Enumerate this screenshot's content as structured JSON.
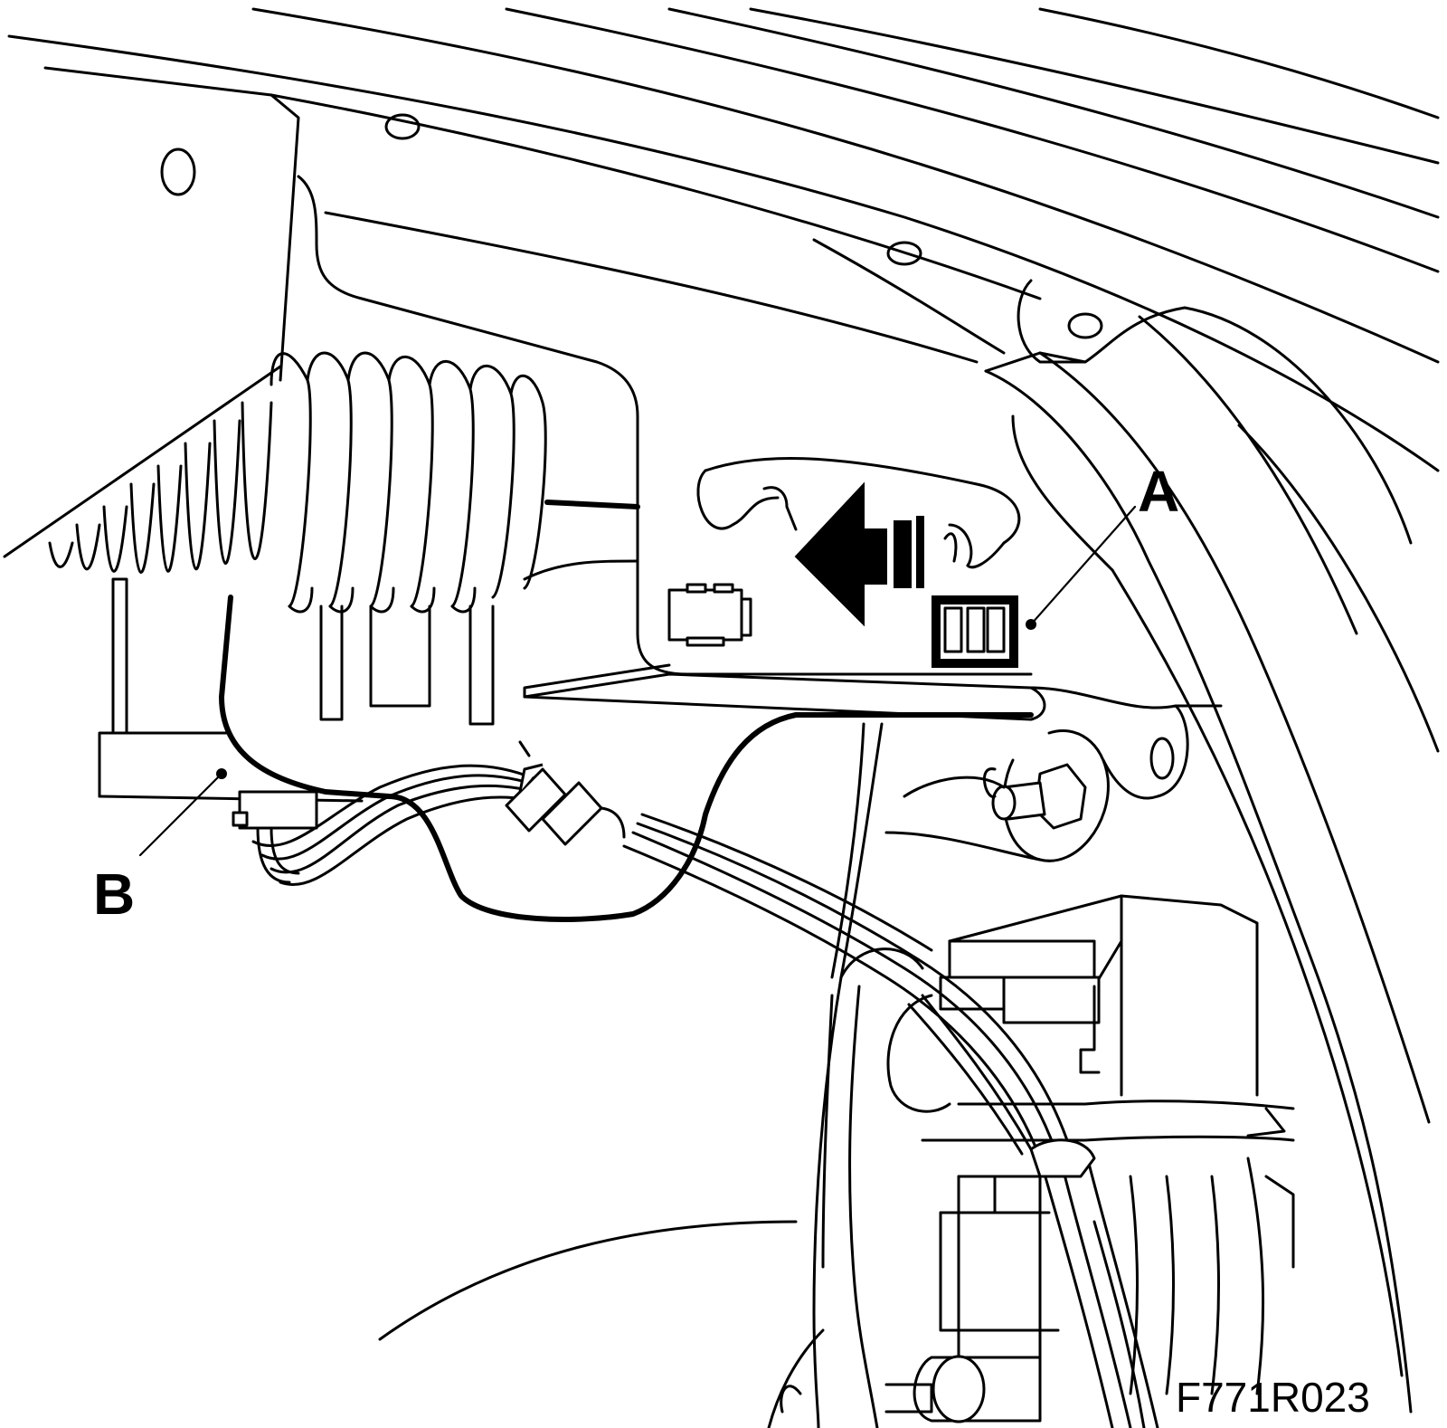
{
  "callouts": {
    "a": "A",
    "b": "B"
  },
  "figure_ref": "F771R023",
  "colors": {
    "line": "#000000",
    "background": "#ffffff"
  }
}
